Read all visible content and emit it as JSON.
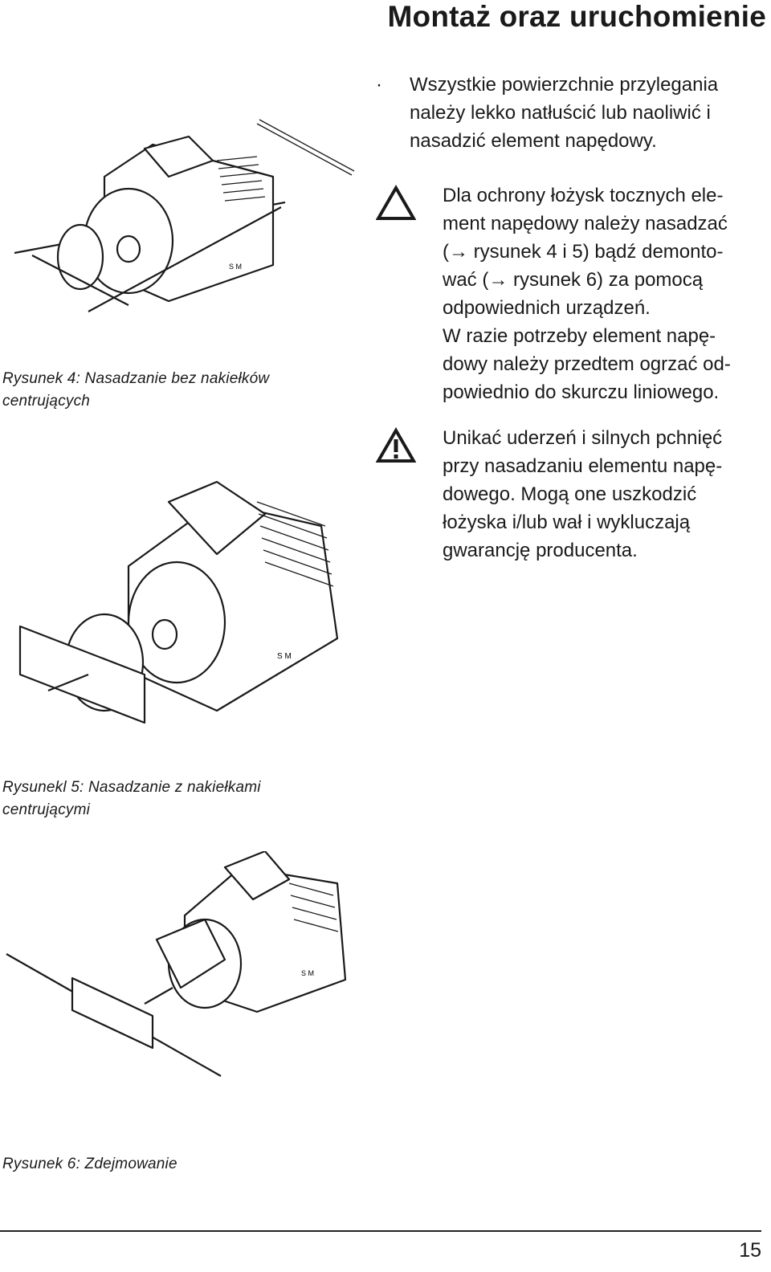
{
  "header": {
    "title": "Montaż oraz uruchomienie"
  },
  "bullet": {
    "marker": "·",
    "text": "Wszystkie powierzchnie przylegania\nnależy lekko natłuścić lub naoliwić i\nnasadzić element napędowy."
  },
  "notes": [
    {
      "icon": "caution-triangle-icon",
      "text": "Dla ochrony łożysk tocznych ele-\nment napędowy należy nasadzać\n(→ rysunek 4 i 5) bądź demonto-\nwać (→ rysunek 6) za pomocą\nodpowiednich urządzeń.\nW razie potrzeby element napę-\ndowy należy przedtem ogrzać od-\npowiednio do skurczu liniowego."
    },
    {
      "icon": "warning-exclamation-icon",
      "text": "Unikać uderzeń i silnych pchnięć\nprzy nasadzaniu elementu napę-\ndowego. Mogą one uszkodzić\nłożyska i/lub wał i wykluczają\ngwarancję producenta."
    }
  ],
  "figures": [
    {
      "caption": "Rysunek 4: Nasadzanie bez nakiełków\ncentrujących",
      "label": "S M"
    },
    {
      "caption": "Rysunekl 5: Nasadzanie z nakiełkami\ncentrującymi",
      "label": "S M"
    },
    {
      "caption": "Rysunek 6: Zdejmowanie",
      "label": "S M"
    }
  ],
  "footer": {
    "page_number": "15"
  }
}
